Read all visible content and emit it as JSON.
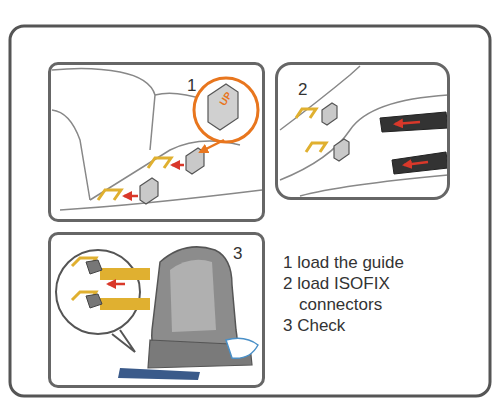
{
  "diagram": {
    "nodes": [
      {
        "text": [
          "1"
        ]
      },
      {
        "text": [
          "2"
        ]
      },
      {
        "text": [
          "3"
        ]
      }
    ],
    "labels": [
      "UP",
      "1 load the guide",
      "2 load ISOFIX connectors",
      "3 Check"
    ]
  }
}
